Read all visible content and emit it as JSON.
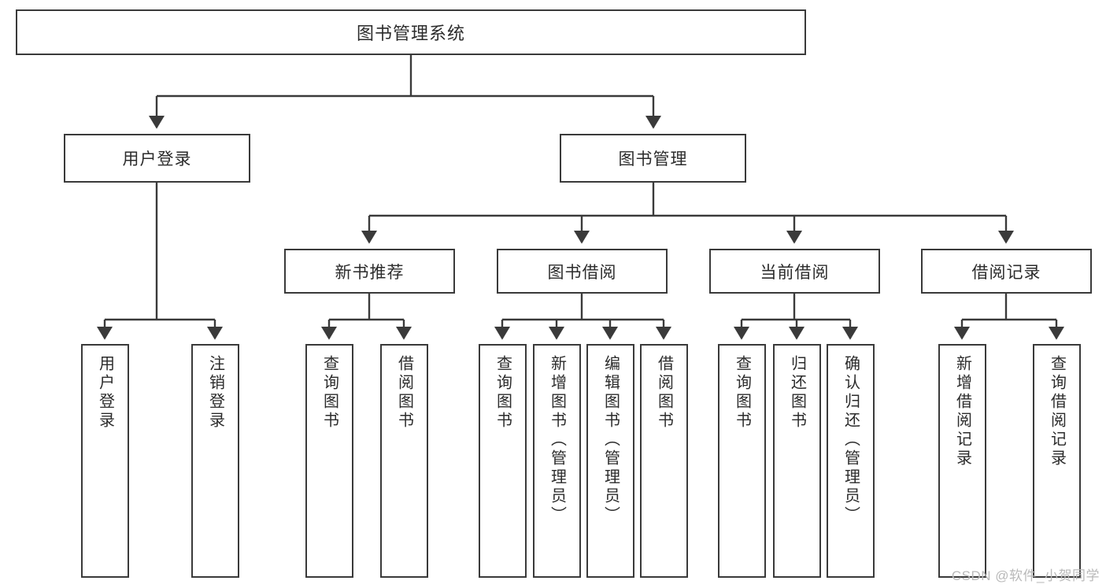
{
  "diagram": {
    "title": "图书管理系统",
    "type": "tree-hierarchy",
    "stroke_color": "#3a3a3a",
    "fill_color": "#ffffff",
    "text_color": "#2b2b2b"
  },
  "root": {
    "label": "图书管理系统"
  },
  "level2": [
    {
      "label": "用户登录"
    },
    {
      "label": "图书管理"
    }
  ],
  "level3": [
    {
      "label": "新书推荐"
    },
    {
      "label": "图书借阅"
    },
    {
      "label": "当前借阅"
    },
    {
      "label": "借阅记录"
    }
  ],
  "leaves": {
    "user_login": [
      {
        "label": "用户登录"
      },
      {
        "label": "注销登录"
      }
    ],
    "new_book_recommend": [
      {
        "label": "查询图书"
      },
      {
        "label": "借阅图书"
      }
    ],
    "book_borrow": [
      {
        "label": "查询图书"
      },
      {
        "label": "新增图书（管理员）"
      },
      {
        "label": "编辑图书（管理员）"
      },
      {
        "label": "借阅图书"
      }
    ],
    "current_borrow": [
      {
        "label": "查询图书"
      },
      {
        "label": "归还图书"
      },
      {
        "label": "确认归还（管理员）"
      }
    ],
    "borrow_record": [
      {
        "label": "新增借阅记录"
      },
      {
        "label": "查询借阅记录"
      }
    ]
  },
  "watermark": {
    "text": "CSDN @软件_小贺同学"
  }
}
